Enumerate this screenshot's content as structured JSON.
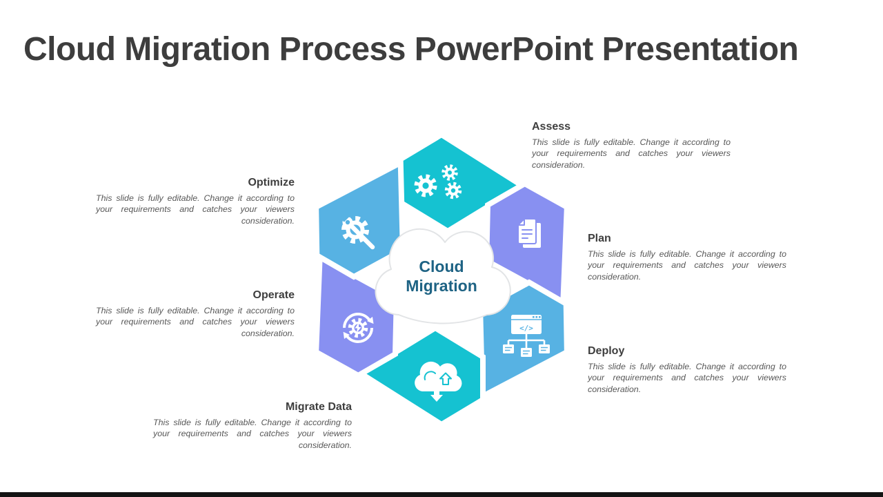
{
  "slide": {
    "title": "Cloud Migration Process PowerPoint Presentation",
    "center_label": {
      "line1": "Cloud",
      "line2": "Migration"
    },
    "steps": [
      {
        "id": "assess",
        "label": "Assess",
        "description": "This slide is fully editable. Change it according to your requirements and catches your viewers consideration.",
        "color": "#15C2D1",
        "icon": "gears-icon"
      },
      {
        "id": "plan",
        "label": "Plan",
        "description": "This slide is fully editable. Change it according to your requirements and catches your viewers consideration.",
        "color": "#8890F1",
        "icon": "documents-icon"
      },
      {
        "id": "deploy",
        "label": "Deploy",
        "description": "This slide is fully editable. Change it according to your requirements and catches your viewers consideration.",
        "color": "#57B2E3",
        "icon": "deploy-window-icon",
        "icon_glyph": "</>"
      },
      {
        "id": "migrate-data",
        "label": "Migrate Data",
        "description": "This slide is fully editable. Change it according to your requirements and catches your viewers consideration.",
        "color": "#15C2D1",
        "icon": "cloud-transfer-icon"
      },
      {
        "id": "operate",
        "label": "Operate",
        "description": "This slide is fully editable. Change it according to your requirements and catches your viewers consideration.",
        "color": "#8890F1",
        "icon": "sync-gear-icon"
      },
      {
        "id": "optimize",
        "label": "Optimize",
        "description": "This slide is fully editable. Change it according to your requirements and catches your viewers consideration.",
        "color": "#57B2E3",
        "icon": "gear-wrench-icon"
      }
    ],
    "colors": {
      "teal": "#15C2D1",
      "purple": "#8890F1",
      "blue": "#57B2E3",
      "title_text": "#3D3D3D",
      "heading_text": "#3E3E3E",
      "body_text": "#575757",
      "center_text": "#1E6384",
      "cloud_stroke": "#E2E4E6",
      "icon_fill": "#FFFFFF",
      "bottom_bar": "#141414"
    }
  }
}
